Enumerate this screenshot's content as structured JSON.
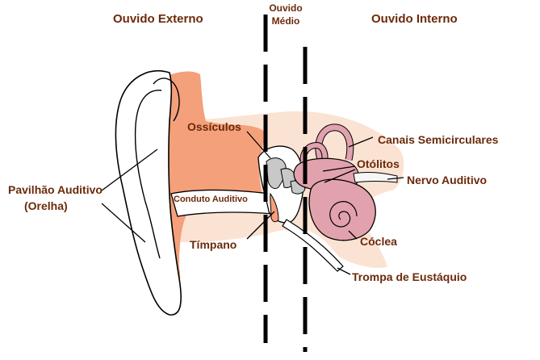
{
  "regions": {
    "outer": "Ouvido Externo",
    "middle_line1": "Ouvido",
    "middle_line2": "Médio",
    "inner": "Ouvido Interno"
  },
  "labels": {
    "pinna_line1": "Pavilhão Auditivo",
    "pinna_line2": "(Orelha)",
    "ossicles": "Ossículos",
    "canal": "Conduto Auditivo",
    "eardrum": "Tímpano",
    "semicircular": "Canais Semicirculares",
    "otoliths": "Otólitos",
    "nerve": "Nervo Auditivo",
    "cochlea": "Cóclea",
    "eustachian": "Trompa de Eustáquio"
  },
  "colors": {
    "label_text": "#6b2a0a",
    "skin_orange": "#f4a07a",
    "skin_light": "#fbe3d4",
    "cochlea_pink": "#e2a2ad",
    "ossicle_gray": "#c8c8c8",
    "outline": "#000000"
  }
}
